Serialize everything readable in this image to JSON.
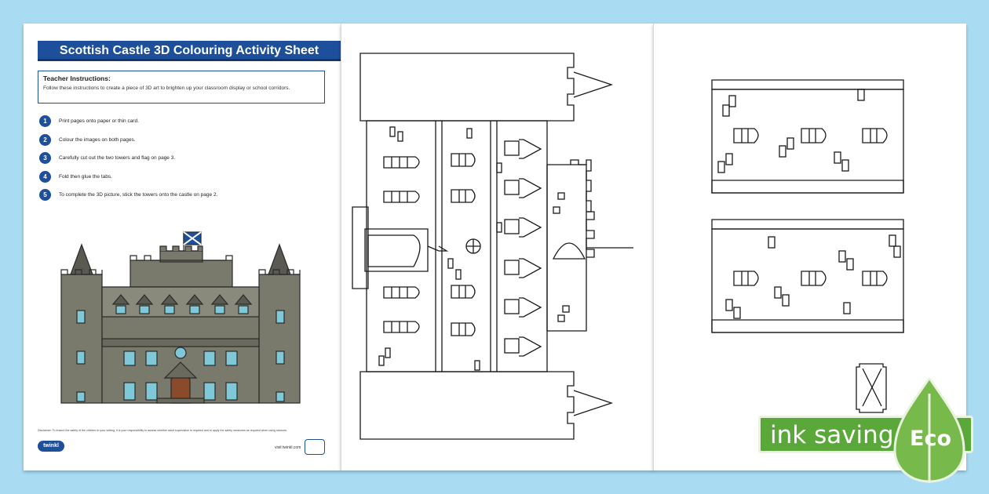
{
  "sheet": {
    "title": "Scottish Castle 3D Colouring Activity Sheet",
    "instructions_heading": "Teacher Instructions:",
    "instructions_text": "Follow these instructions to create a piece of 3D art to brighten up your classroom display or school corridors.",
    "steps": [
      {
        "num": "1",
        "text": "Print pages onto paper or thin card."
      },
      {
        "num": "2",
        "text": "Colour the images on both pages."
      },
      {
        "num": "3",
        "text": "Carefully cut out the two towers and flag on page 3."
      },
      {
        "num": "4",
        "text": "Fold then glue the tabs."
      },
      {
        "num": "5",
        "text": "To complete the 3D picture, stick the towers onto the castle on page 2."
      }
    ],
    "disclaimer": "Disclaimer: To ensure the safety of the children in your setting, it is your responsibility to assess whether adult supervision is required and to apply the safety measures as required when using scissors.",
    "logo": "twinkl",
    "footer_url": "visit twinkl.com"
  },
  "badge": {
    "text": "ink saving",
    "label": "Eco"
  },
  "colors": {
    "brand_blue": "#1d4f9b",
    "background": "#a9dcf3",
    "stone": "#7a7a6c",
    "eco_green": "#5aa83a"
  }
}
